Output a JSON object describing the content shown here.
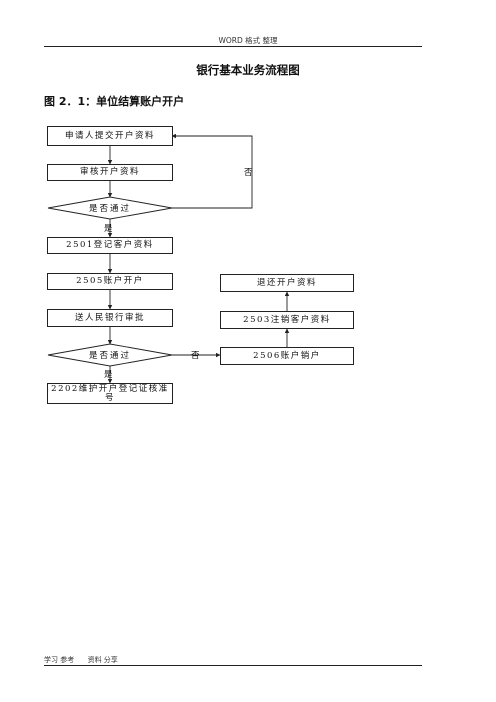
{
  "header": {
    "text": "WORD 格式 整理"
  },
  "title": "银行基本业务流程图",
  "subtitle": "图 2．1：单位结算账户开户",
  "flow": {
    "step1": "申请人提交开户资料",
    "step2": "审核开户资料",
    "decision1": "是否通过",
    "no1": "否",
    "yes1": "是",
    "step3": "2501登记客户资料",
    "step4": "2505账户开户",
    "step5": "送人民银行审批",
    "decision2": "是否通过",
    "no2": "否",
    "yes2": "是",
    "step6": "2202维护开户登记证核准号",
    "reject1": "2506账户销户",
    "reject2": "2503注销客户资料",
    "reject3": "退还开户资料"
  },
  "footer": {
    "text": "学习 参考      资料 分享"
  }
}
